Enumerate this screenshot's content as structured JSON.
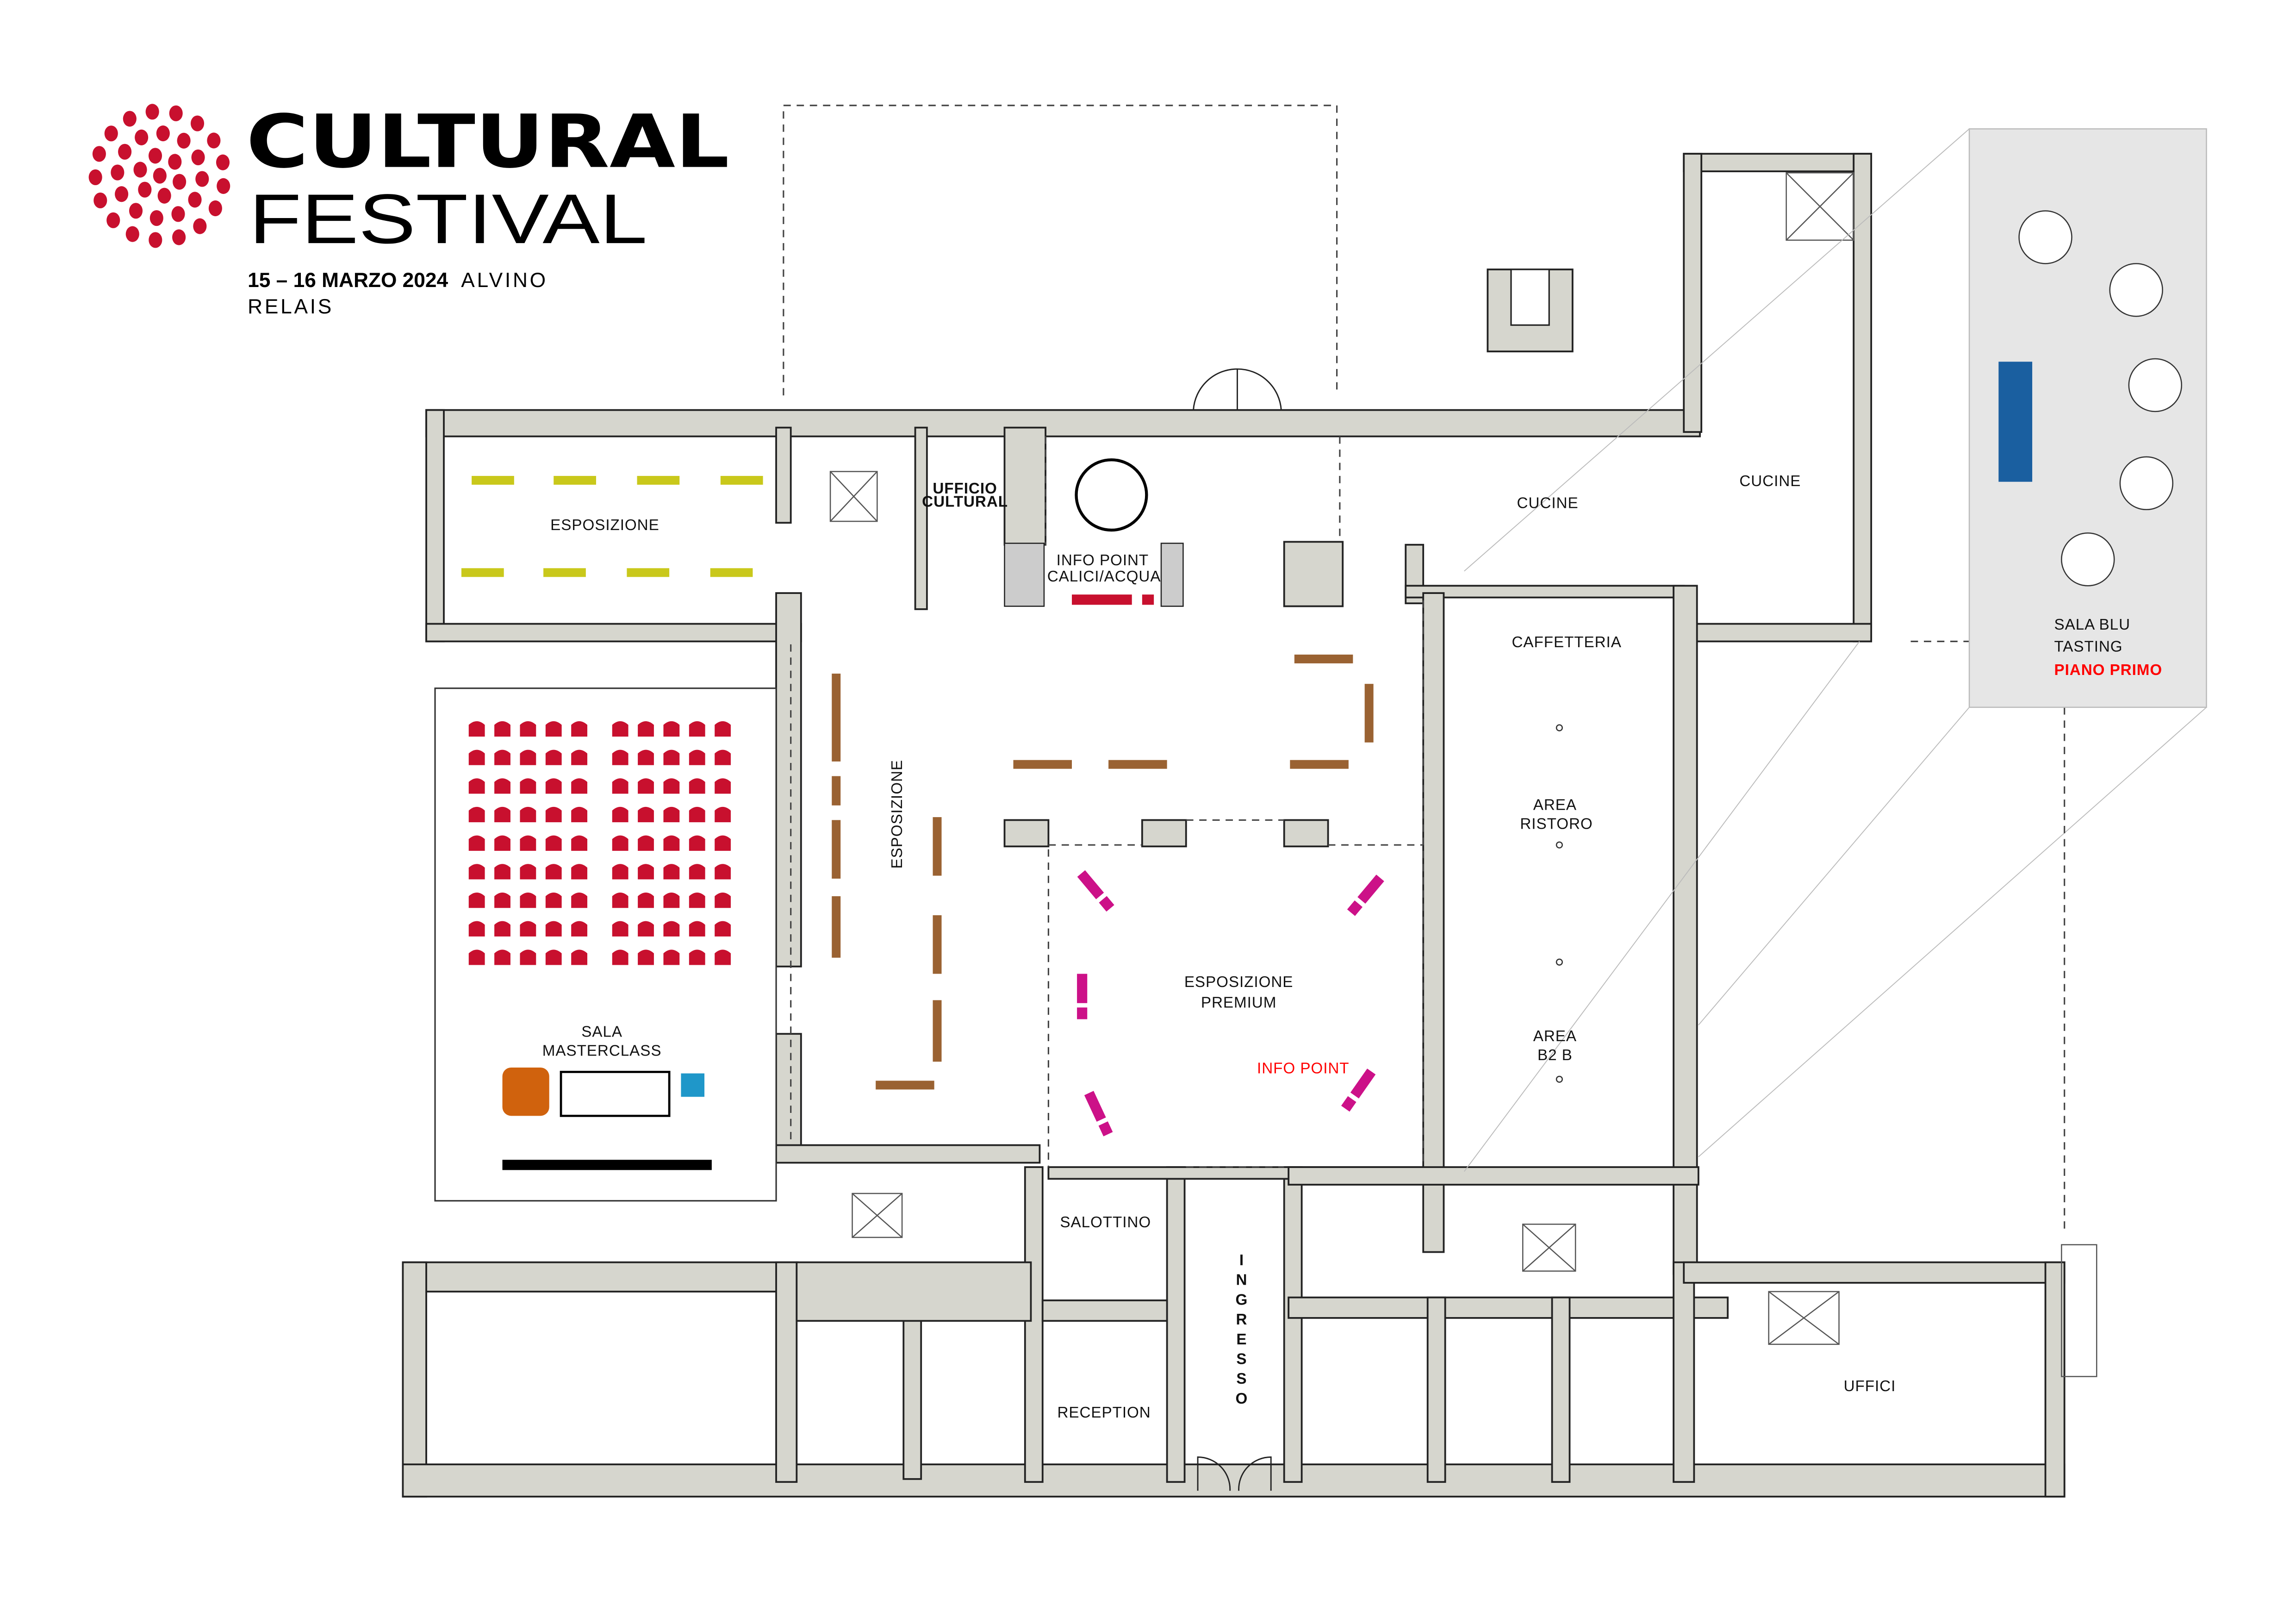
{
  "logo": {
    "line1": "CULTURAL",
    "line2": "FESTIVAL",
    "dates": "15 – 16 MARZO 2024",
    "venue_a": "ALVINO",
    "venue_b": "RELAIS",
    "dot_color": "#c8102e"
  },
  "rooms": {
    "esposizione_top": "ESPOSIZIONE",
    "ufficio_1": "UFFICIO",
    "ufficio_2": "CULTURAL",
    "info_point_1": "INFO POINT",
    "info_point_2": "CALICI/ACQUA",
    "cucine_a": "CUCINE",
    "cucine_b": "CUCINE",
    "caffetteria": "CAFFETTERIA",
    "area_ristoro_1": "AREA",
    "area_ristoro_2": "RISTORO",
    "area_b2b_1": "AREA",
    "area_b2b_2": "B2 B",
    "esposizione_vertical": "ESPOSIZIONE",
    "premium_1": "ESPOSIZIONE",
    "premium_2": "PREMIUM",
    "info_point_premium": "INFO POINT",
    "masterclass_1": "SALA",
    "masterclass_2": "MASTERCLASS",
    "salottino": "SALOTTINO",
    "reception": "RECEPTION",
    "ingresso": [
      "I",
      "N",
      "G",
      "R",
      "E",
      "S",
      "S",
      "O"
    ],
    "uffici": "UFFICI",
    "sala_blu_1": "SALA BLU",
    "sala_blu_2": "TASTING",
    "sala_blu_3": "PIANO PRIMO"
  },
  "colors": {
    "wall": "#d6d6ce",
    "seat": "#c8102e",
    "stand_brown": "#9a6232",
    "stand_yellow": "#c9c81b",
    "stand_magenta": "#cc1188",
    "info_red": "#c8102e",
    "sala_blu_table": "#1a5fa0",
    "accent_red": "#ff0000"
  },
  "masterclass_seating": {
    "blocks": 2,
    "columns_per_block": 5,
    "rows": 9
  }
}
